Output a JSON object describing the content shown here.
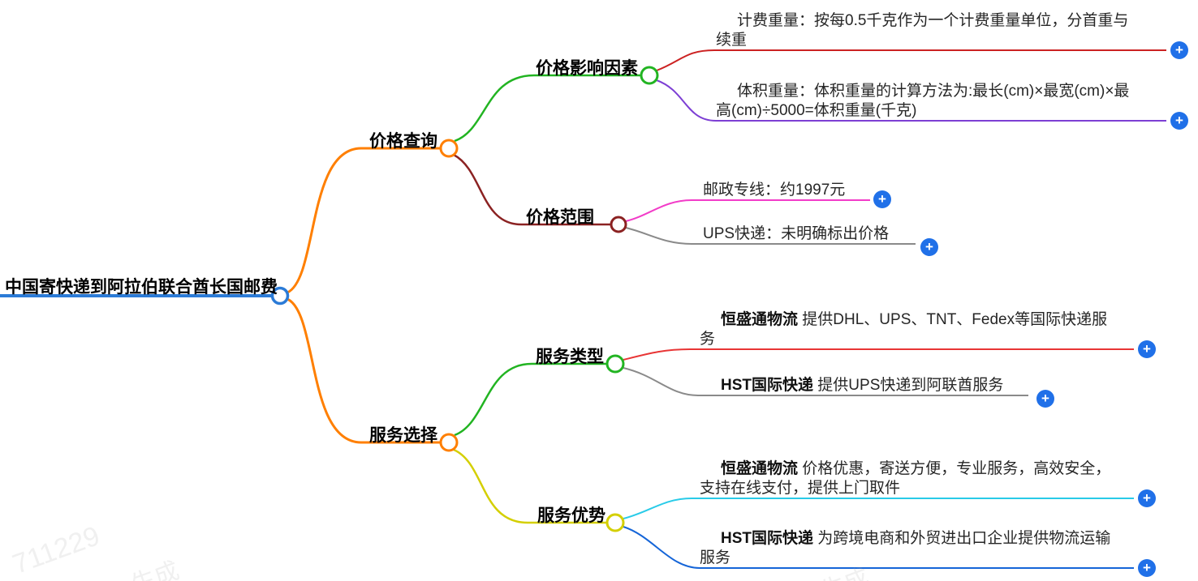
{
  "root": {
    "label": "中国寄快递到阿拉伯联合酋长国邮费"
  },
  "branches": [
    {
      "label": "价格查询",
      "children": [
        {
          "label": "价格影响因素",
          "leaves": [
            {
              "text": "计费重量：按每0.5千克作为一个计费重量单位，分首重与续重"
            },
            {
              "text": "体积重量：体积重量的计算方法为:最长(cm)×最宽(cm)×最高(cm)÷5000=体积重量(千克)"
            }
          ]
        },
        {
          "label": "价格范围",
          "leaves": [
            {
              "text": "邮政专线：约1997元"
            },
            {
              "text": "UPS快递：未明确标出价格"
            }
          ]
        }
      ]
    },
    {
      "label": "服务选择",
      "children": [
        {
          "label": "服务类型",
          "leaves": [
            {
              "term": "恒盛通物流",
              "text": " 提供DHL、UPS、TNT、Fedex等国际快递服务"
            },
            {
              "term": "HST国际快递",
              "text": " 提供UPS快递到阿联酋服务"
            }
          ]
        },
        {
          "label": "服务优势",
          "leaves": [
            {
              "term": "恒盛通物流",
              "text": " 价格优惠，寄送方便，专业服务，高效安全，支持在线支付，提供上门取件"
            },
            {
              "term": "HST国际快递",
              "text": " 为跨境电商和外贸进出口企业提供物流运输服务"
            }
          ]
        }
      ]
    }
  ],
  "ui": {
    "add_label": "+"
  },
  "watermark": {
    "id": "711229",
    "text": "生成"
  },
  "colors": {
    "root_blue": "#2b7bd7",
    "branch_orange": "#ff7f00",
    "green": "#22b422",
    "maroon": "#8b2222",
    "red_dark": "#cc2222",
    "red": "#e83535",
    "purple": "#7d3fd4",
    "pink": "#f23cc8",
    "gray": "#8a8a8a",
    "yellow": "#d4cf00",
    "cyan": "#29cbe8",
    "blue": "#1565d8",
    "plus_blue": "#2070e8",
    "node_fill": "#ffffff"
  }
}
